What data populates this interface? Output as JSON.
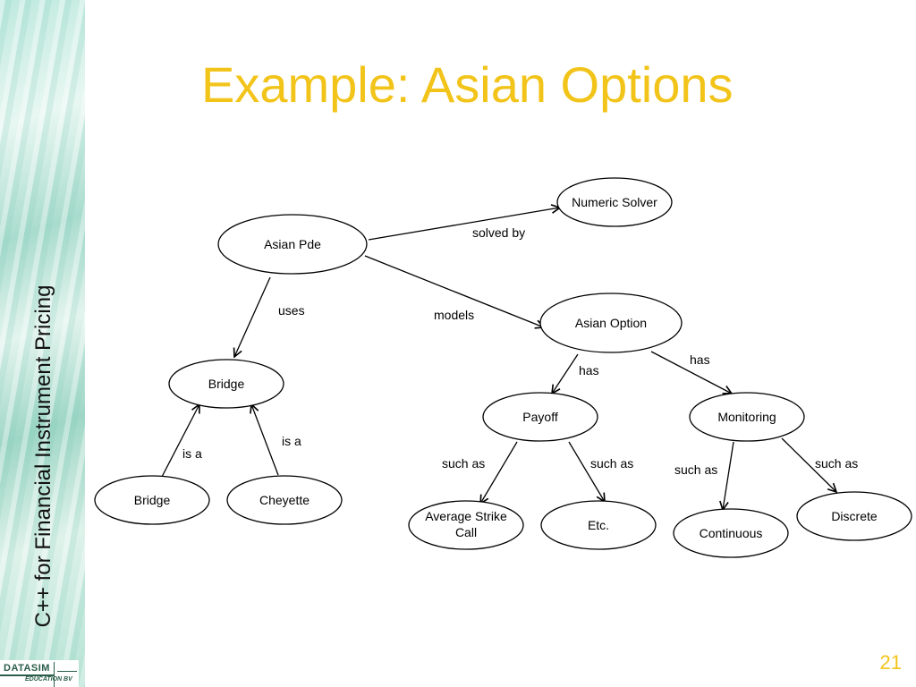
{
  "slide": {
    "title": "Example: Asian Options",
    "vertical_title": "C++ for Financial Instrument Pricing",
    "page_number": "21",
    "logo": {
      "top": "DATASIM",
      "bottom": "EDUCATION BV"
    }
  },
  "diagram": {
    "nodes": [
      {
        "id": "asian-pde",
        "label": "Asian Pde"
      },
      {
        "id": "numeric-solver",
        "label": "Numeric Solver"
      },
      {
        "id": "asian-option",
        "label": "Asian Option"
      },
      {
        "id": "bridge-top",
        "label": "Bridge"
      },
      {
        "id": "payoff",
        "label": "Payoff"
      },
      {
        "id": "monitoring",
        "label": "Monitoring"
      },
      {
        "id": "bridge-bottom",
        "label": "Bridge"
      },
      {
        "id": "cheyette",
        "label": "Cheyette"
      },
      {
        "id": "average-strike-call",
        "label": "Average Strike Call",
        "lines": [
          "Average Strike",
          "Call"
        ]
      },
      {
        "id": "etc",
        "label": "Etc."
      },
      {
        "id": "continuous",
        "label": "Continuous"
      },
      {
        "id": "discrete",
        "label": "Discrete"
      }
    ],
    "edges": [
      {
        "from": "asian-pde",
        "to": "numeric-solver",
        "label": "solved by"
      },
      {
        "from": "asian-pde",
        "to": "asian-option",
        "label": "models"
      },
      {
        "from": "asian-pde",
        "to": "bridge-top",
        "label": "uses"
      },
      {
        "from": "asian-option",
        "to": "payoff",
        "label": "has"
      },
      {
        "from": "asian-option",
        "to": "monitoring",
        "label": "has"
      },
      {
        "from": "bridge-bottom",
        "to": "bridge-top",
        "label": "is a"
      },
      {
        "from": "cheyette",
        "to": "bridge-top",
        "label": "is a"
      },
      {
        "from": "payoff",
        "to": "average-strike-call",
        "label": "such as"
      },
      {
        "from": "payoff",
        "to": "etc",
        "label": "such as"
      },
      {
        "from": "monitoring",
        "to": "continuous",
        "label": "such as"
      },
      {
        "from": "monitoring",
        "to": "discrete",
        "label": "such as"
      }
    ]
  }
}
